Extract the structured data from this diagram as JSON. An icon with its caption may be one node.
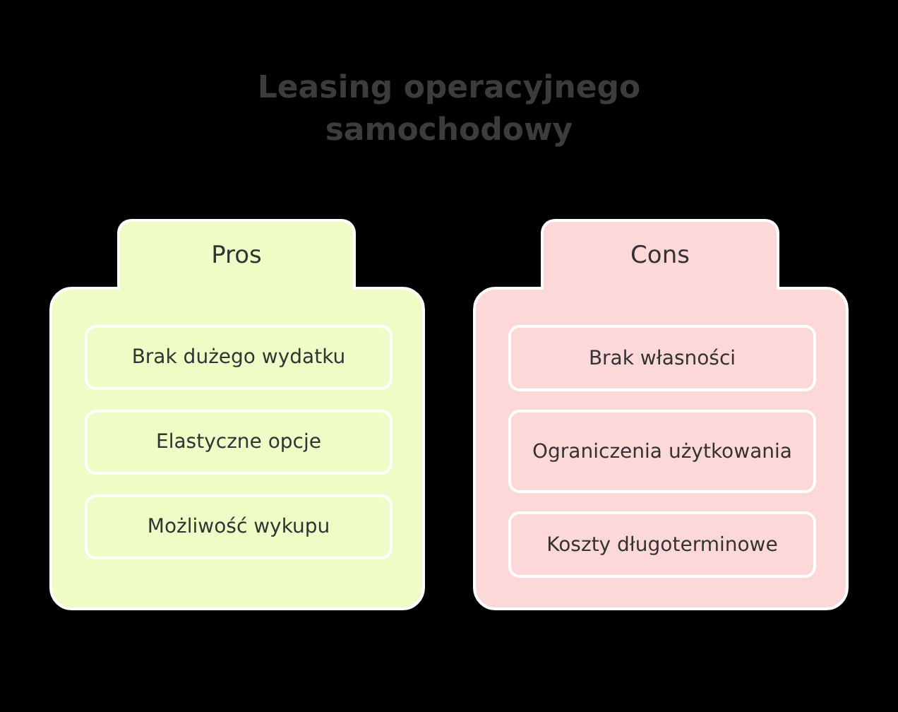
{
  "diagram": {
    "title": "Leasing operacyjnego samochodowy",
    "nodes": [
      {
        "text": [
          "Pros"
        ]
      },
      {
        "text": [
          "Brak dużego wydatku"
        ],
        "in": 0
      },
      {
        "text": [
          "Elastyczne opcje"
        ],
        "in": 0
      },
      {
        "text": [
          "Możliwość wykupu"
        ],
        "in": 0
      },
      {
        "text": [
          "Cons"
        ]
      },
      {
        "text": [
          "Brak własności"
        ],
        "in": 4
      },
      {
        "text": [
          "Ograniczenia użytkowania"
        ],
        "in": 4
      },
      {
        "text": [
          "Koszty długoterminowe"
        ],
        "in": 4
      }
    ],
    "edges": []
  }
}
